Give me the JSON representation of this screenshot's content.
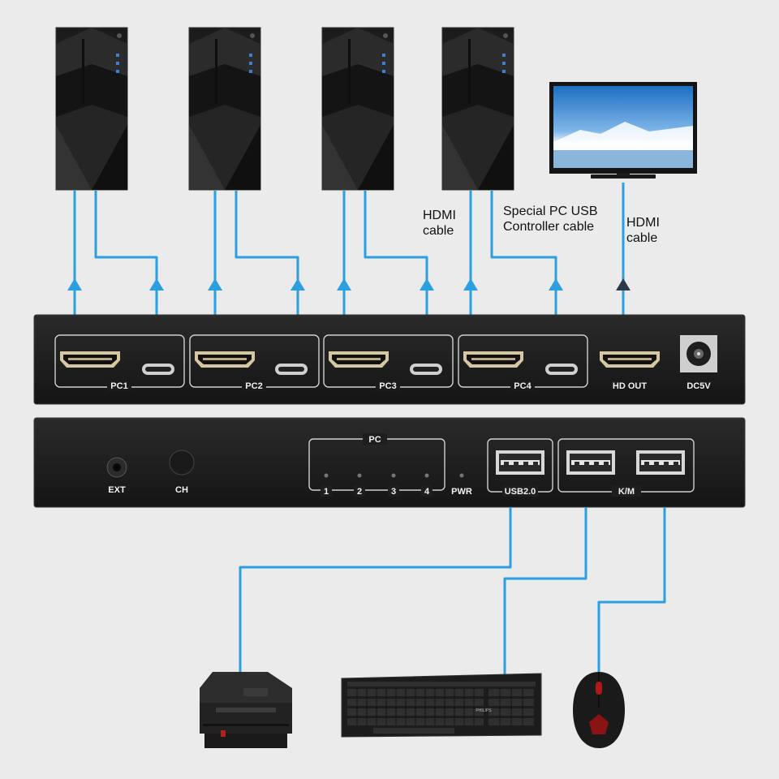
{
  "colors": {
    "background": "#ebebeb",
    "cable": "#2b9fe0",
    "panel": "#1b1b1b",
    "label_light": "#f2f2f2"
  },
  "callouts": {
    "hdmi_in_line1": "HDMI",
    "hdmi_in_line2": "cable",
    "usb_line1": "Special PC USB",
    "usb_line2": "Controller cable",
    "hdmi_out_line1": "HDMI",
    "hdmi_out_line2": "cable"
  },
  "back_panel": {
    "ports": [
      {
        "label": "PC1"
      },
      {
        "label": "PC2"
      },
      {
        "label": "PC3"
      },
      {
        "label": "PC4"
      }
    ],
    "hd_out_label": "HD OUT",
    "power_label": "DC5V"
  },
  "front_panel": {
    "ext_label": "EXT",
    "ch_label": "CH",
    "pc_group_label": "PC",
    "indicators": [
      "1",
      "2",
      "3",
      "4"
    ],
    "pwr_label": "PWR",
    "usb_label": "USB2.0",
    "km_label": "K/M"
  },
  "devices": {
    "computers": [
      "tower-1",
      "tower-2",
      "tower-3",
      "tower-4"
    ],
    "monitor": "monitor",
    "printer": "printer",
    "keyboard_brand": "PHILIPS",
    "mouse": "mouse"
  }
}
